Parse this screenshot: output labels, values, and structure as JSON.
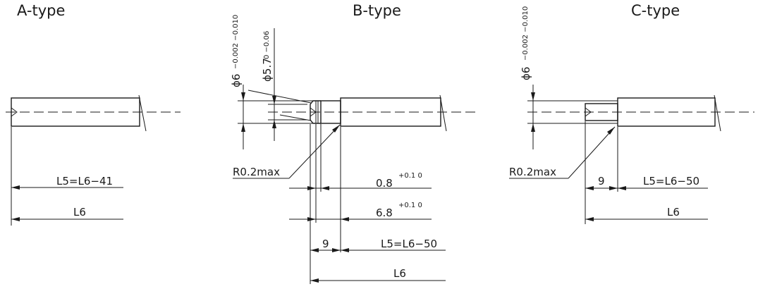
{
  "titles": {
    "a": "A-type",
    "b": "B-type",
    "c": "C-type"
  },
  "labels": {
    "a_l5_text": "L5=L6−41",
    "a_l6": "L6",
    "b_phi6": "ϕ6",
    "b_phi6_tol": "−0.002 −0.010",
    "b_phi57": "ϕ5.7",
    "b_phi57_tol": "0 −0.06",
    "b_r": "R0.2max",
    "b_08": "0.8",
    "b_08_tol": "+0.1 0",
    "b_68": "6.8",
    "b_68_tol": "+0.1 0",
    "b_9": "9",
    "b_l5_text": "L5=L6−50",
    "b_l6": "L6",
    "c_phi6": "ϕ6",
    "c_phi6_tol": "−0.002 −0.010",
    "c_r": "R0.2max",
    "c_9": "9",
    "c_l5_text": "L5=L6−50",
    "c_l6": "L6"
  }
}
